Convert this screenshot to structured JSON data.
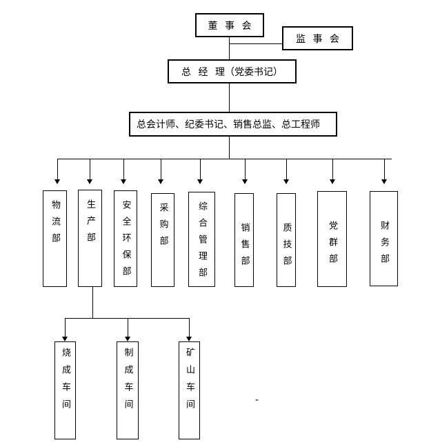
{
  "org": {
    "board": {
      "label": "董 事 会"
    },
    "supervisory": {
      "label": "监 事 会"
    },
    "general_manager": {
      "label": "总 经 理（党委书记）"
    },
    "senior_staff": {
      "label": "总会计师、纪委书记、销售总监、总工程师"
    },
    "departments": [
      {
        "label": "物流部"
      },
      {
        "label": "生产部"
      },
      {
        "label": "安全环保部"
      },
      {
        "label": "采购部"
      },
      {
        "label": "综合管理部"
      },
      {
        "label": "销售部"
      },
      {
        "label": "质技部"
      },
      {
        "label": "党群部"
      },
      {
        "label": "财务部"
      }
    ],
    "production_workshops": [
      {
        "label": "烧成车间"
      },
      {
        "label": "制成车间"
      },
      {
        "label": "矿山车间"
      }
    ]
  },
  "stray_mark": "-",
  "colors": {
    "line": "#000000",
    "text": "#000000",
    "background": "#ffffff"
  }
}
